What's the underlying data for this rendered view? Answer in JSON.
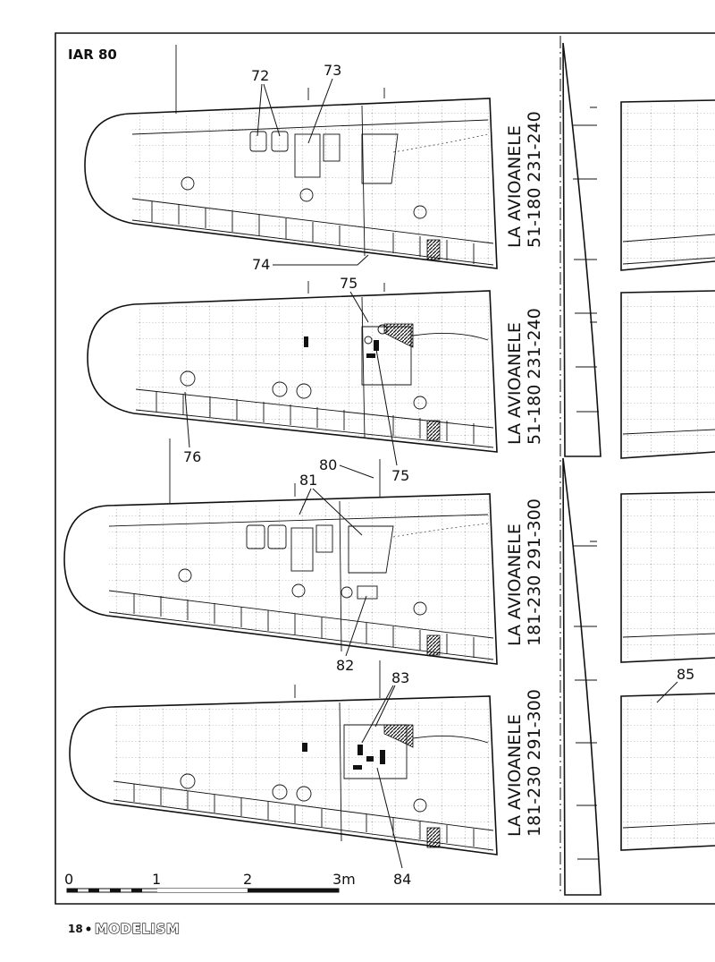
{
  "header": {
    "title": "IAR 80"
  },
  "views": [
    {
      "id": "v1",
      "caption_line1": "LA AVIOANELE",
      "caption_line2": "51-180  231-240"
    },
    {
      "id": "v2",
      "caption_line1": "LA AVIOANELE",
      "caption_line2": "51-180  231-240"
    },
    {
      "id": "v3",
      "caption_line1": "LA AVIOANELE",
      "caption_line2": "181-230  291-300"
    },
    {
      "id": "v4",
      "caption_line1": "LA AVIOANELE",
      "caption_line2": "181-230  291-300"
    }
  ],
  "callouts": {
    "c72": "72",
    "c73": "73",
    "c74": "74",
    "c75a": "75",
    "c75b": "75",
    "c76": "76",
    "c80": "80",
    "c81": "81",
    "c82": "82",
    "c83": "83",
    "c84": "84",
    "c85": "85"
  },
  "scale": {
    "t0": "0",
    "t1": "1",
    "t2": "2",
    "t3": "3m"
  },
  "footer": {
    "page_number": "18",
    "brand": "MODELISM"
  }
}
